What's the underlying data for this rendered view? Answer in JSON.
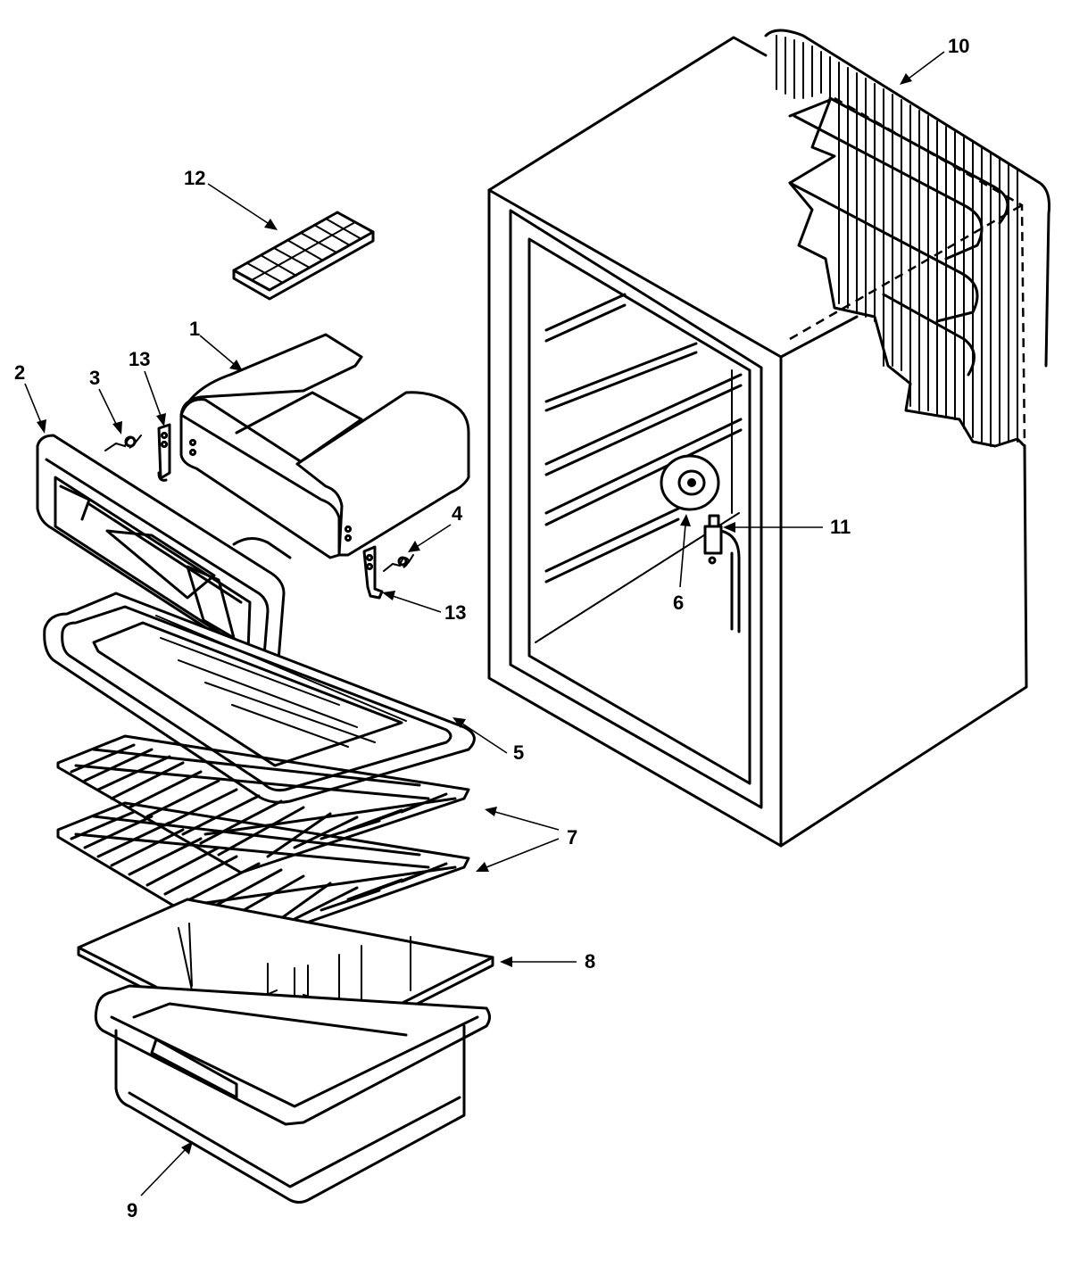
{
  "callouts": {
    "c1": "1",
    "c2": "2",
    "c3": "3",
    "c4": "4",
    "c5": "5",
    "c6": "6",
    "c7": "7",
    "c8": "8",
    "c9": "9",
    "c10": "10",
    "c11": "11",
    "c12": "12",
    "c13a": "13",
    "c13b": "13"
  }
}
